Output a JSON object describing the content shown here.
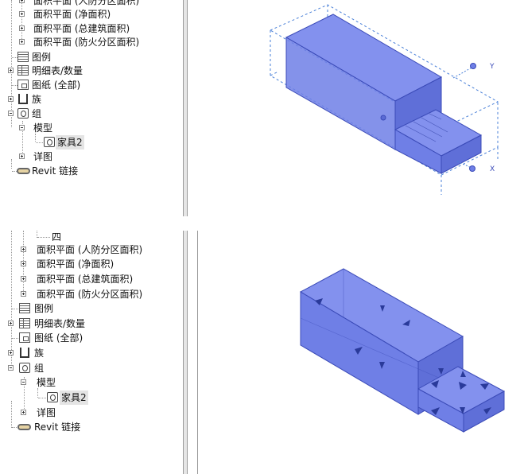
{
  "top_panel": {
    "tree": {
      "items": [
        {
          "label": "面积平面 (人防分区面积)",
          "icon": "expander-plus"
        },
        {
          "label": "面积平面 (净面积)",
          "icon": "expander-plus"
        },
        {
          "label": "面积平面 (总建筑面积)",
          "icon": "expander-plus"
        },
        {
          "label": "面积平面 (防火分区面积)",
          "icon": "expander-plus"
        },
        {
          "label": "图例",
          "icon": "legend-icon"
        },
        {
          "label": "明细表/数量",
          "icon": "schedule-icon"
        },
        {
          "label": "图纸 (全部)",
          "icon": "sheet-icon"
        },
        {
          "label": "族",
          "icon": "family-icon"
        },
        {
          "label": "组",
          "icon": "group-icon"
        },
        {
          "label": "模型",
          "icon": "expander-minus"
        },
        {
          "label": "家具2",
          "icon": "group-instance-icon"
        },
        {
          "label": "详图",
          "icon": "expander-plus"
        },
        {
          "label": "Revit 链接",
          "icon": "revit-link-icon"
        }
      ]
    },
    "view": {
      "axis_y_label": "Y",
      "axis_x_label": "X",
      "mode": "selected-wireframe"
    }
  },
  "bottom_panel": {
    "tree": {
      "items": [
        {
          "label": "四",
          "icon": "none"
        },
        {
          "label": "面积平面 (人防分区面积)",
          "icon": "expander-plus"
        },
        {
          "label": "面积平面 (净面积)",
          "icon": "expander-plus"
        },
        {
          "label": "面积平面 (总建筑面积)",
          "icon": "expander-plus"
        },
        {
          "label": "面积平面 (防火分区面积)",
          "icon": "expander-plus"
        },
        {
          "label": "图例",
          "icon": "legend-icon"
        },
        {
          "label": "明细表/数量",
          "icon": "schedule-icon"
        },
        {
          "label": "图纸 (全部)",
          "icon": "sheet-icon"
        },
        {
          "label": "族",
          "icon": "family-icon"
        },
        {
          "label": "组",
          "icon": "group-icon"
        },
        {
          "label": "模型",
          "icon": "expander-minus"
        },
        {
          "label": "家具2",
          "icon": "group-instance-icon"
        },
        {
          "label": "详图",
          "icon": "expander-plus"
        },
        {
          "label": "Revit 链接",
          "icon": "revit-link-icon"
        }
      ]
    },
    "view": {
      "mode": "edit-group-with-arrows"
    }
  },
  "colors": {
    "solid_fill": "#6f7fe6",
    "solid_edge": "#3b4bb8",
    "selection_dash": "#4a80d8",
    "selected_row_bg": "#e4e4e4"
  }
}
